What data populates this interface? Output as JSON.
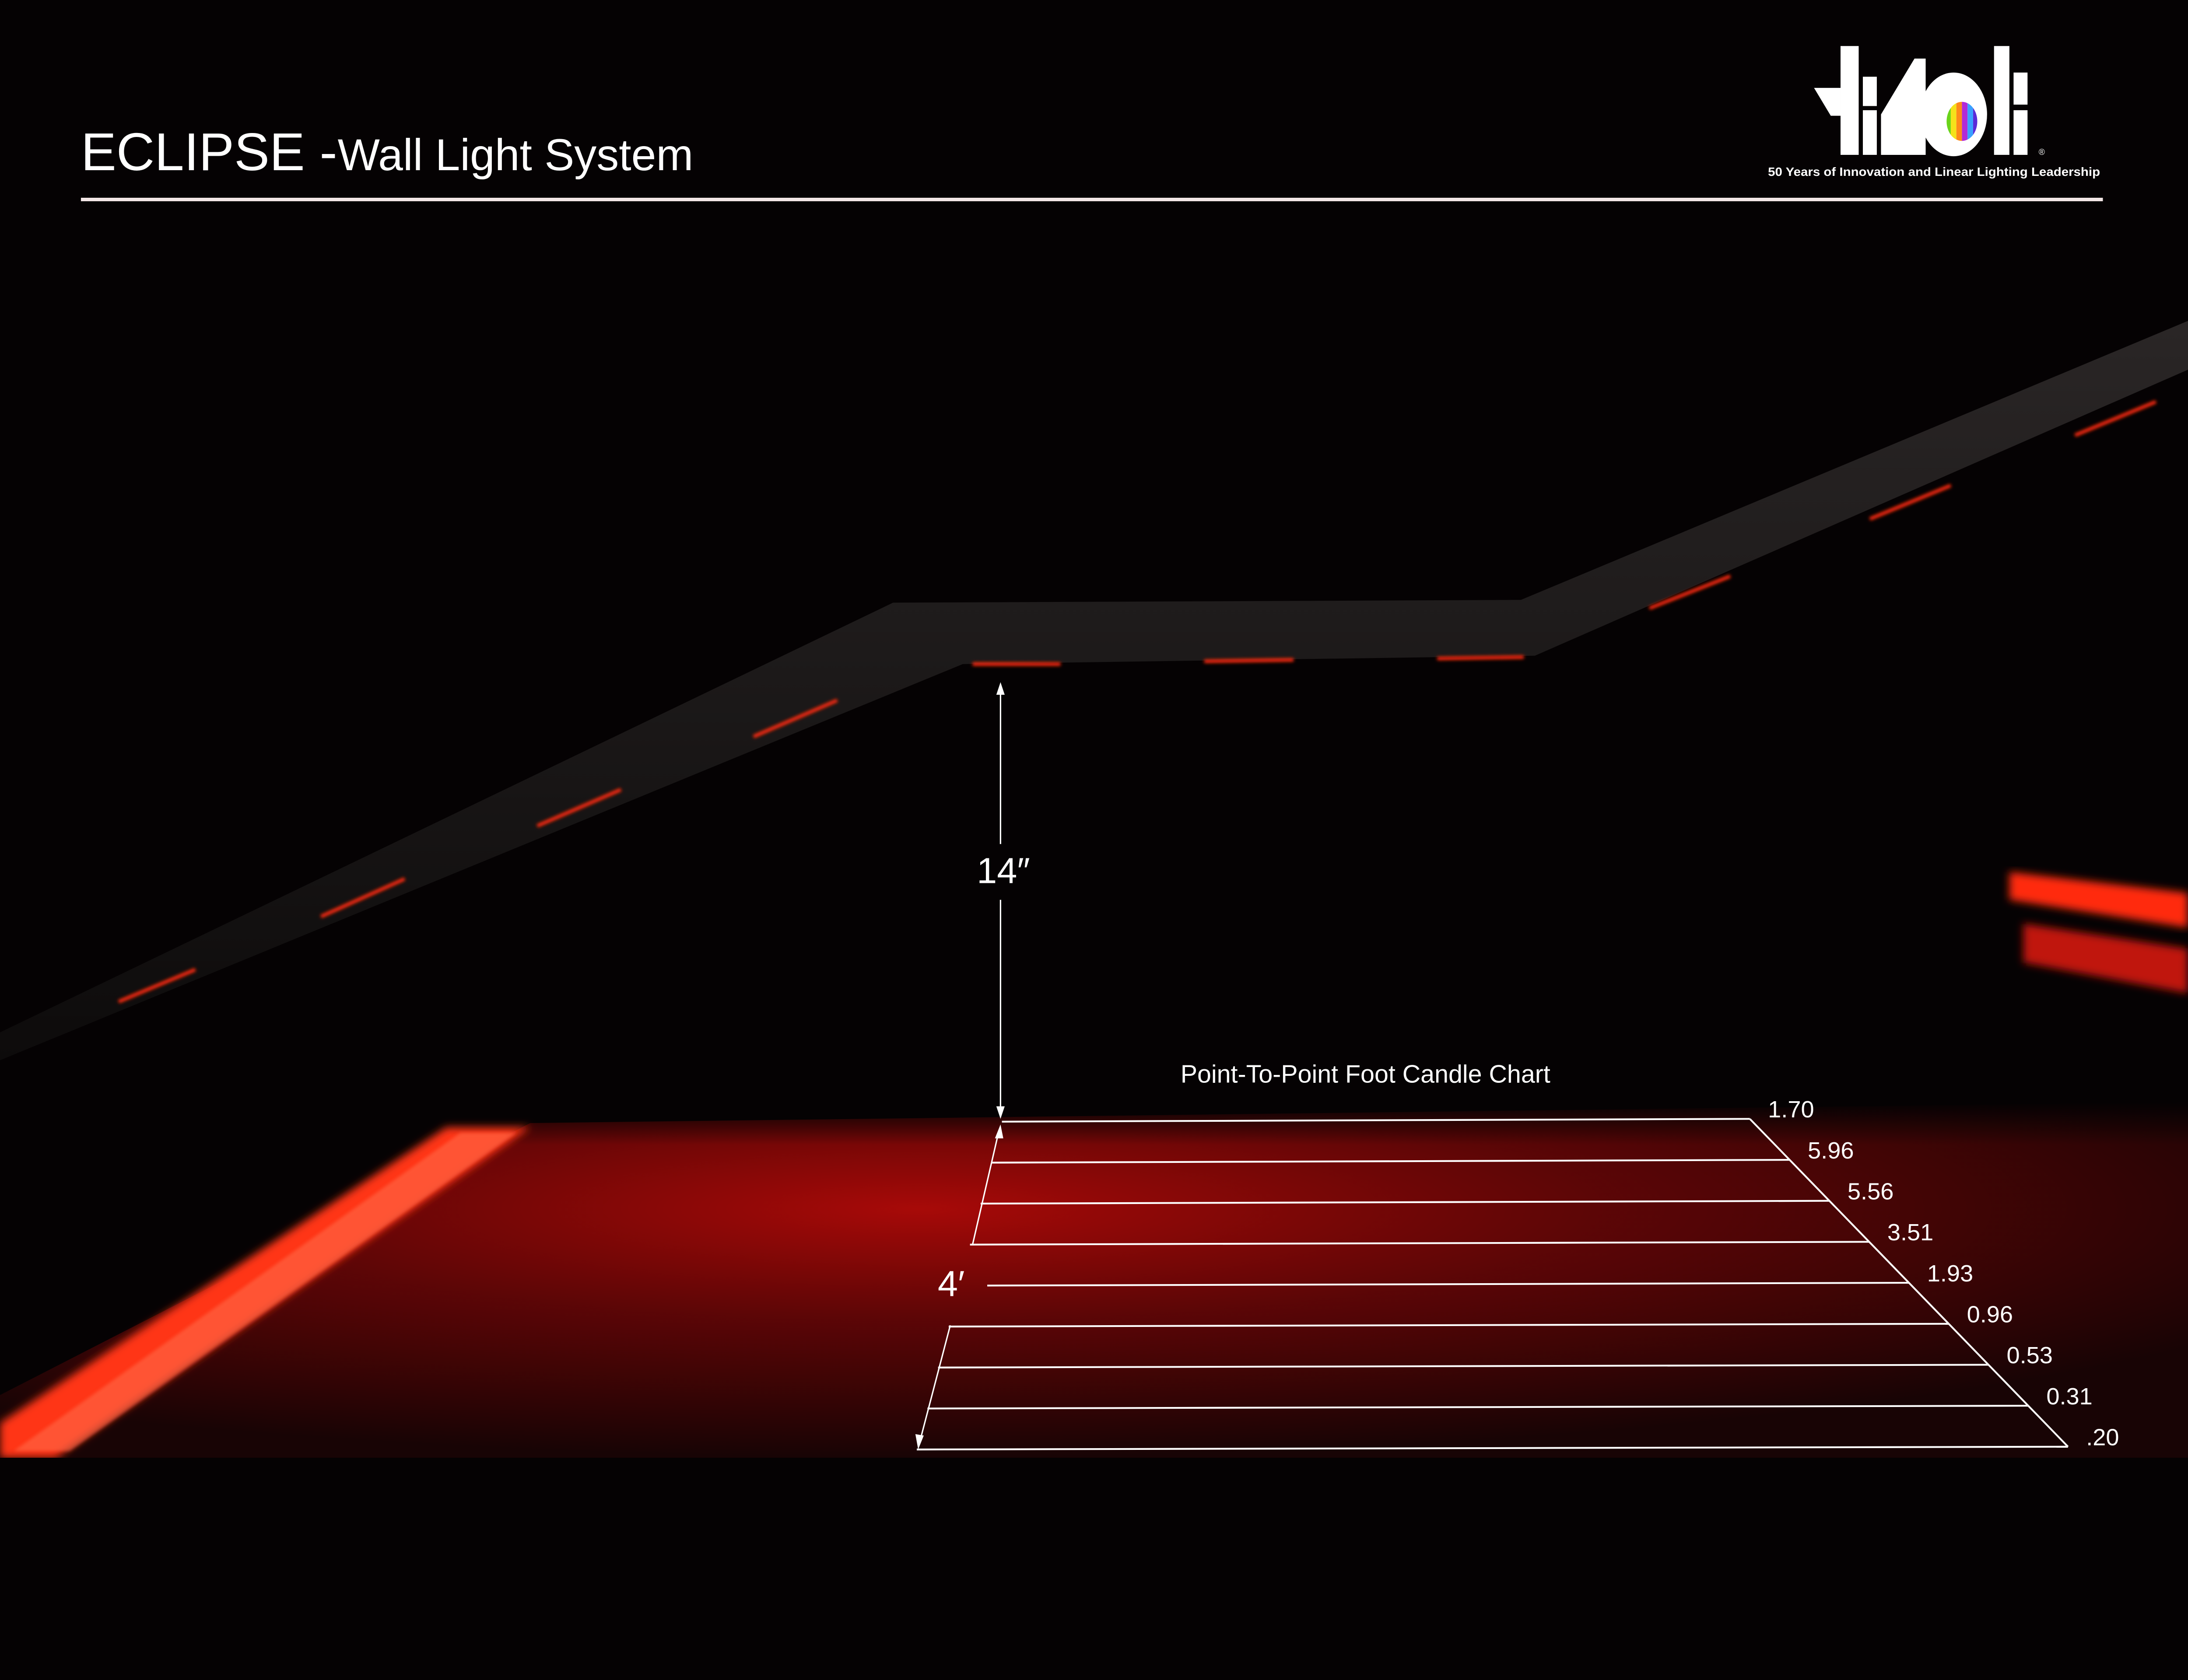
{
  "header": {
    "title_main": "ECLIPSE -",
    "title_sub": "Wall Light System"
  },
  "logo": {
    "wordmark": "tivoli",
    "registered": "®",
    "tagline": "50 Years of Innovation and Linear Lighting Leadership"
  },
  "dimensions": {
    "mount_height": "14″",
    "floor_depth": "4′"
  },
  "colors": {
    "background": "#050203",
    "led_red": "#ff2a10",
    "floor_red": "#a00808",
    "text": "#ffffff"
  },
  "chart_data": {
    "type": "table",
    "title": "Point-To-Point Foot Candle Chart",
    "unit": "foot candles",
    "values_labels": [
      "1.70",
      "5.96",
      "5.56",
      "3.51",
      "1.93",
      "0.96",
      "0.53",
      "0.31",
      ".20"
    ],
    "values": [
      1.7,
      5.96,
      5.56,
      3.51,
      1.93,
      0.96,
      0.53,
      0.31,
      0.2
    ]
  }
}
